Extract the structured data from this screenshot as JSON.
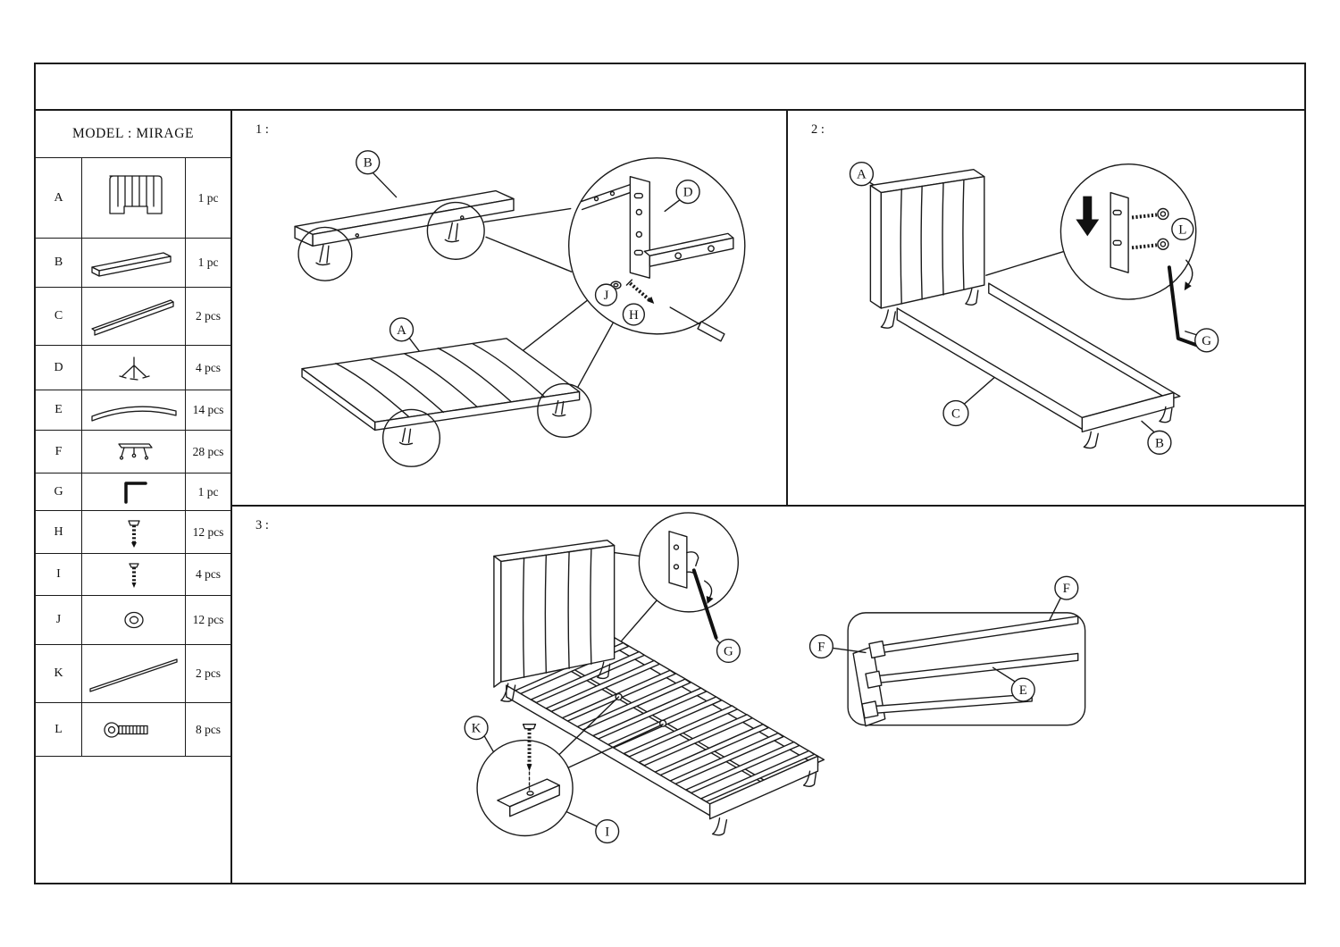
{
  "colors": {
    "ink": "#1a1a1a",
    "paper": "#ffffff"
  },
  "title": "MODEL : MIRAGE",
  "parts": [
    {
      "letter": "A",
      "qty": "1 pc",
      "icon": "headboard-icon"
    },
    {
      "letter": "B",
      "qty": "1 pc",
      "icon": "footboard-rail-icon"
    },
    {
      "letter": "C",
      "qty": "2 pcs",
      "icon": "side-rail-icon"
    },
    {
      "letter": "D",
      "qty": "4 pcs",
      "icon": "leg-bracket-icon"
    },
    {
      "letter": "E",
      "qty": "14 pcs",
      "icon": "slat-icon"
    },
    {
      "letter": "F",
      "qty": "28 pcs",
      "icon": "slat-holder-icon"
    },
    {
      "letter": "G",
      "qty": "1 pc",
      "icon": "allen-key-icon"
    },
    {
      "letter": "H",
      "qty": "12 pcs",
      "icon": "long-screw-icon"
    },
    {
      "letter": "I",
      "qty": "4 pcs",
      "icon": "short-screw-icon"
    },
    {
      "letter": "J",
      "qty": "12 pcs",
      "icon": "washer-icon"
    },
    {
      "letter": "K",
      "qty": "2 pcs",
      "icon": "support-rod-icon"
    },
    {
      "letter": "L",
      "qty": "8 pcs",
      "icon": "bolt-icon"
    }
  ],
  "steps": [
    {
      "label": "1 :",
      "callouts": {
        "footboard_rail": "B",
        "bracket": "D",
        "headboard": "A",
        "washer": "J",
        "screw": "H"
      }
    },
    {
      "label": "2 :",
      "callouts": {
        "headboard": "A",
        "bolt": "L",
        "allen_key": "G",
        "side_rail": "C",
        "footboard_rail": "B"
      }
    },
    {
      "label": "3 :",
      "callouts": {
        "allen_key": "G",
        "holder_top": "F",
        "holder_left": "F",
        "slat": "E",
        "support_rod": "K",
        "screw": "I"
      }
    }
  ]
}
